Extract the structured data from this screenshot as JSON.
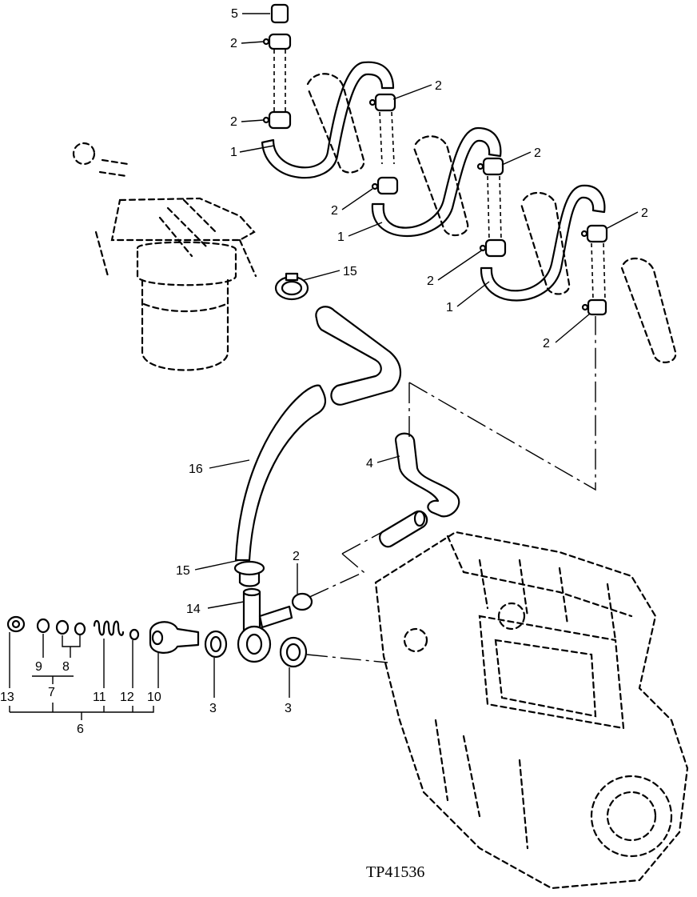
{
  "figure_id": "TP41536",
  "callouts": {
    "c5": "5",
    "c2a": "2",
    "c2b": "2",
    "c2c": "2",
    "c2d": "2",
    "c2e": "2",
    "c2f": "2",
    "c2g": "2",
    "c2h": "2",
    "c2i": "2",
    "c2j": "2",
    "c1a": "1",
    "c1b": "1",
    "c1c": "1",
    "c15a": "15",
    "c15b": "15",
    "c16": "16",
    "c4": "4",
    "c14": "14",
    "c13": "13",
    "c9": "9",
    "c8": "8",
    "c7": "7",
    "c11": "11",
    "c12": "12",
    "c10": "10",
    "c6": "6",
    "c3a": "3",
    "c3b": "3"
  }
}
